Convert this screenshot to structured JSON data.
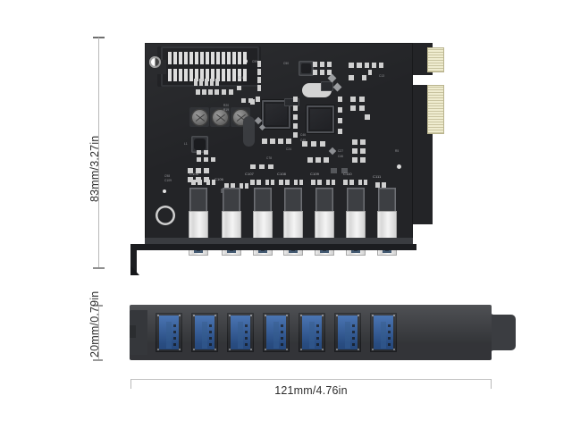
{
  "figure": {
    "type": "product-dimension-diagram",
    "subject": "7-port USB 3.0 PCI-Express expansion card",
    "background_color": "#ffffff"
  },
  "dimensions": {
    "height_top_view": {
      "label": "83mm/3.27in",
      "mm": 83,
      "inches": 3.27,
      "orientation": "vertical",
      "applies_to": "top-view-pcb-height"
    },
    "height_front_view": {
      "label": "20mm/0.79in",
      "mm": 20,
      "inches": 0.79,
      "orientation": "vertical",
      "applies_to": "bracket-front-view-height"
    },
    "width_front_view": {
      "label": "121mm/4.76in",
      "mm": 121,
      "inches": 4.76,
      "orientation": "horizontal",
      "applies_to": "bracket-front-view-width"
    }
  },
  "colors": {
    "pcb": "#232427",
    "pcb_edge": "#3a3c40",
    "bracket": "#3b3d41",
    "usb_blue": "#3f6fb5",
    "gold_finger": "#e8e4c8",
    "silkscreen_text": "#9b9ca0",
    "dimension_line": "#b9b9b9",
    "dimension_text": "#2e2e2e"
  },
  "top_view": {
    "name": "pcb-top-view",
    "connectors": {
      "sata_power": {
        "name": "sata-power-connector",
        "pin_count": 15,
        "rows": 2
      },
      "pcie_edge": {
        "name": "pcie-x1-gold-finger",
        "segments": 2,
        "interface": "PCIe x1"
      }
    },
    "usb_ports": {
      "count": 7,
      "silkscreen_labels": [
        "C105",
        "C106",
        "C107",
        "C108",
        "C109",
        "C110",
        "C111"
      ]
    },
    "components": {
      "capacitors": 3,
      "inductors": 2,
      "controller_chips": 2,
      "mounting_holes": 2
    },
    "silkscreen": [
      "L1",
      "F83",
      "C99",
      "C50",
      "C34",
      "R20",
      "R19",
      "C30",
      "C37",
      "C23",
      "C33",
      "C38",
      "C46",
      "C45",
      "C24",
      "C26",
      "C27",
      "C46",
      "C97",
      "C19",
      "C78",
      "R24",
      "C79",
      "C43",
      "C13",
      "C12",
      "R5",
      "F62",
      "C14",
      "C53",
      "R18",
      "R17",
      "C98",
      "C109",
      "R40",
      "R38",
      "C21",
      "R2",
      "C10"
    ]
  },
  "front_view": {
    "name": "bracket-front-view",
    "usb_ports": {
      "count": 7,
      "type": "USB 3.0 Type-A",
      "color": "#3f6fb5"
    },
    "has_right_mounting_tab": true,
    "has_left_notch": true
  }
}
